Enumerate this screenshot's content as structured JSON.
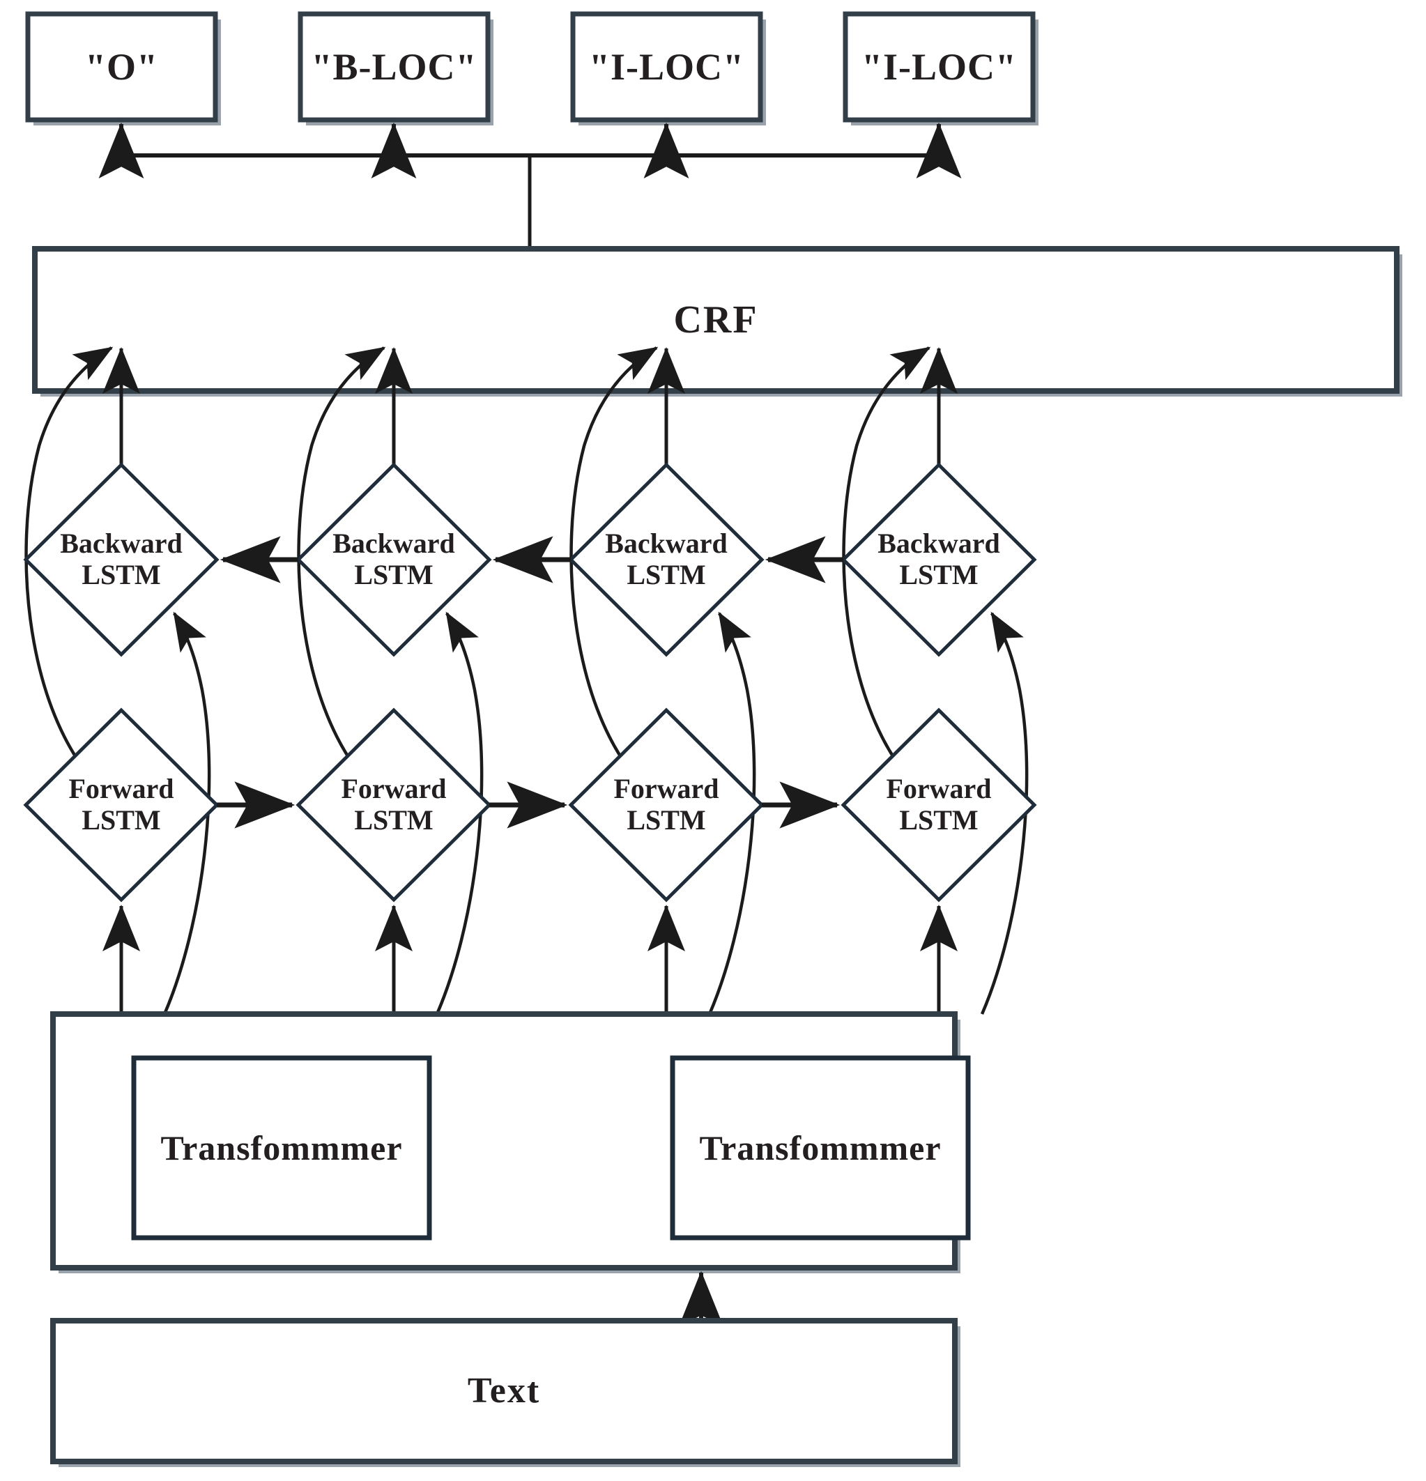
{
  "diagram": {
    "title": "BiLSTM-CRF named entity recognition architecture",
    "colors": {
      "stroke": "#333f48",
      "shadow": "#9aa3ab",
      "text": "#231f20",
      "background": "#ffffff",
      "arrow": "#1b1b1b"
    },
    "output_tags": [
      {
        "label": "\"O\""
      },
      {
        "label": "\"B-LOC\""
      },
      {
        "label": "\"I-LOC\""
      },
      {
        "label": "\"I-LOC\""
      }
    ],
    "crf": {
      "label": "CRF"
    },
    "backward_cells": [
      {
        "label": "Backward\nLSTM"
      },
      {
        "label": "Backward\nLSTM"
      },
      {
        "label": "Backward\nLSTM"
      },
      {
        "label": "Backward\nLSTM"
      }
    ],
    "forward_cells": [
      {
        "label": "Forward\nLSTM"
      },
      {
        "label": "Forward\nLSTM"
      },
      {
        "label": "Forward\nLSTM"
      },
      {
        "label": "Forward\nLSTM"
      }
    ],
    "embedding": {
      "transformers": [
        {
          "label": "Transfommmer"
        },
        {
          "label": "Transfommmer"
        }
      ]
    },
    "input": {
      "label": "Text"
    }
  }
}
